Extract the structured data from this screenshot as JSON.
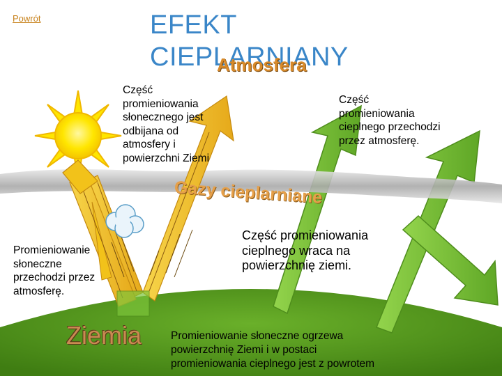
{
  "nav": {
    "back_label": "Powrót"
  },
  "header": {
    "title_line1": "EFEKT",
    "title_line2": "CIEPLARNIANY",
    "subtitle": "Atmosfera"
  },
  "labels": {
    "reflected": "Część\npromieniowania\nsłonecznego jest\nodbijana od\natmosfery i\npowierzchni Ziemi",
    "escapes": "Część\npromieniowania\ncieplnego przechodzi\nprzez atmosferę.",
    "greenhouse_gases": "Gazy cieplarniane",
    "returns": "Część promieniowania\ncieplnego wraca na\npowierzchnię ziemi.",
    "passes": "Promieniowanie\nsłoneczne\nprzechodzi przez\natmosferę.",
    "earth": "Ziemia",
    "warms": "Promieniowanie słoneczne ogrzewa\npowierzchnię Ziemi i w postaci\npromieniowania cieplnego jest z powrotem"
  },
  "colors": {
    "sky": "#ffffff",
    "sun": "#ffe600",
    "sun_outline": "#f0b800",
    "solar_arrow": "#f2c21a",
    "heat_arrow": "#7cc43a",
    "atmosphere": "#b8b8b8",
    "earth": "#5a9a1e",
    "title": "#3a86c8",
    "back_link": "#c8831d"
  },
  "icons": {
    "sun": "sun-icon",
    "cloud": "cloud-icon"
  }
}
